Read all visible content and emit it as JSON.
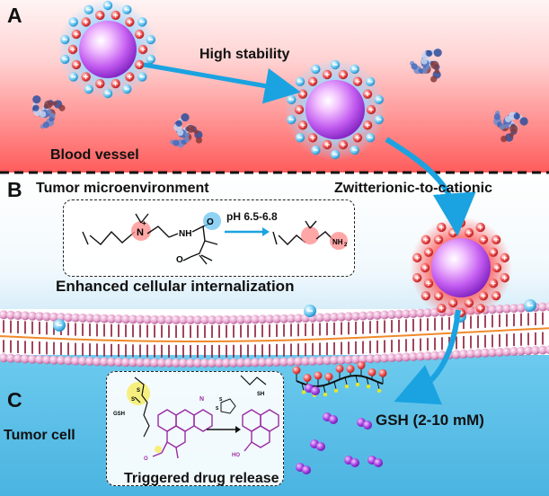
{
  "panels": {
    "a": "A",
    "b": "B",
    "c": "C"
  },
  "labels": {
    "high_stability": "High stability",
    "blood_vessel": "Blood vessel",
    "tumor_microenvironment": "Tumor microenvironment",
    "zwitterionic_to_cationic": "Zwitterionic-to-cationic",
    "ph_condition": "pH 6.5-6.8",
    "enhanced_internalization": "Enhanced cellular internalization",
    "tumor_cell": "Tumor cell",
    "gsh_concentration": "GSH (2-10 mM)",
    "triggered_release": "Triggered drug release"
  },
  "chem": {
    "n_plus": "N",
    "plus": "+",
    "nh": "NH",
    "o": "O",
    "nh2": "NH",
    "sub2": "2",
    "gsh": "GSH",
    "s": "S",
    "sh": "SH",
    "n": "N",
    "ho": "HO"
  },
  "colors": {
    "blood_top": "#fde4e4",
    "blood_bottom": "#ff6b6b",
    "accent_arrow": "#1aa3e0",
    "membrane_pink": "#e7a6cf",
    "membrane_tail": "#8a1738",
    "cell_interior": "#59bfe6",
    "nanoparticle_core": "#a13fe0",
    "drug_color": "#9a2ca0"
  }
}
